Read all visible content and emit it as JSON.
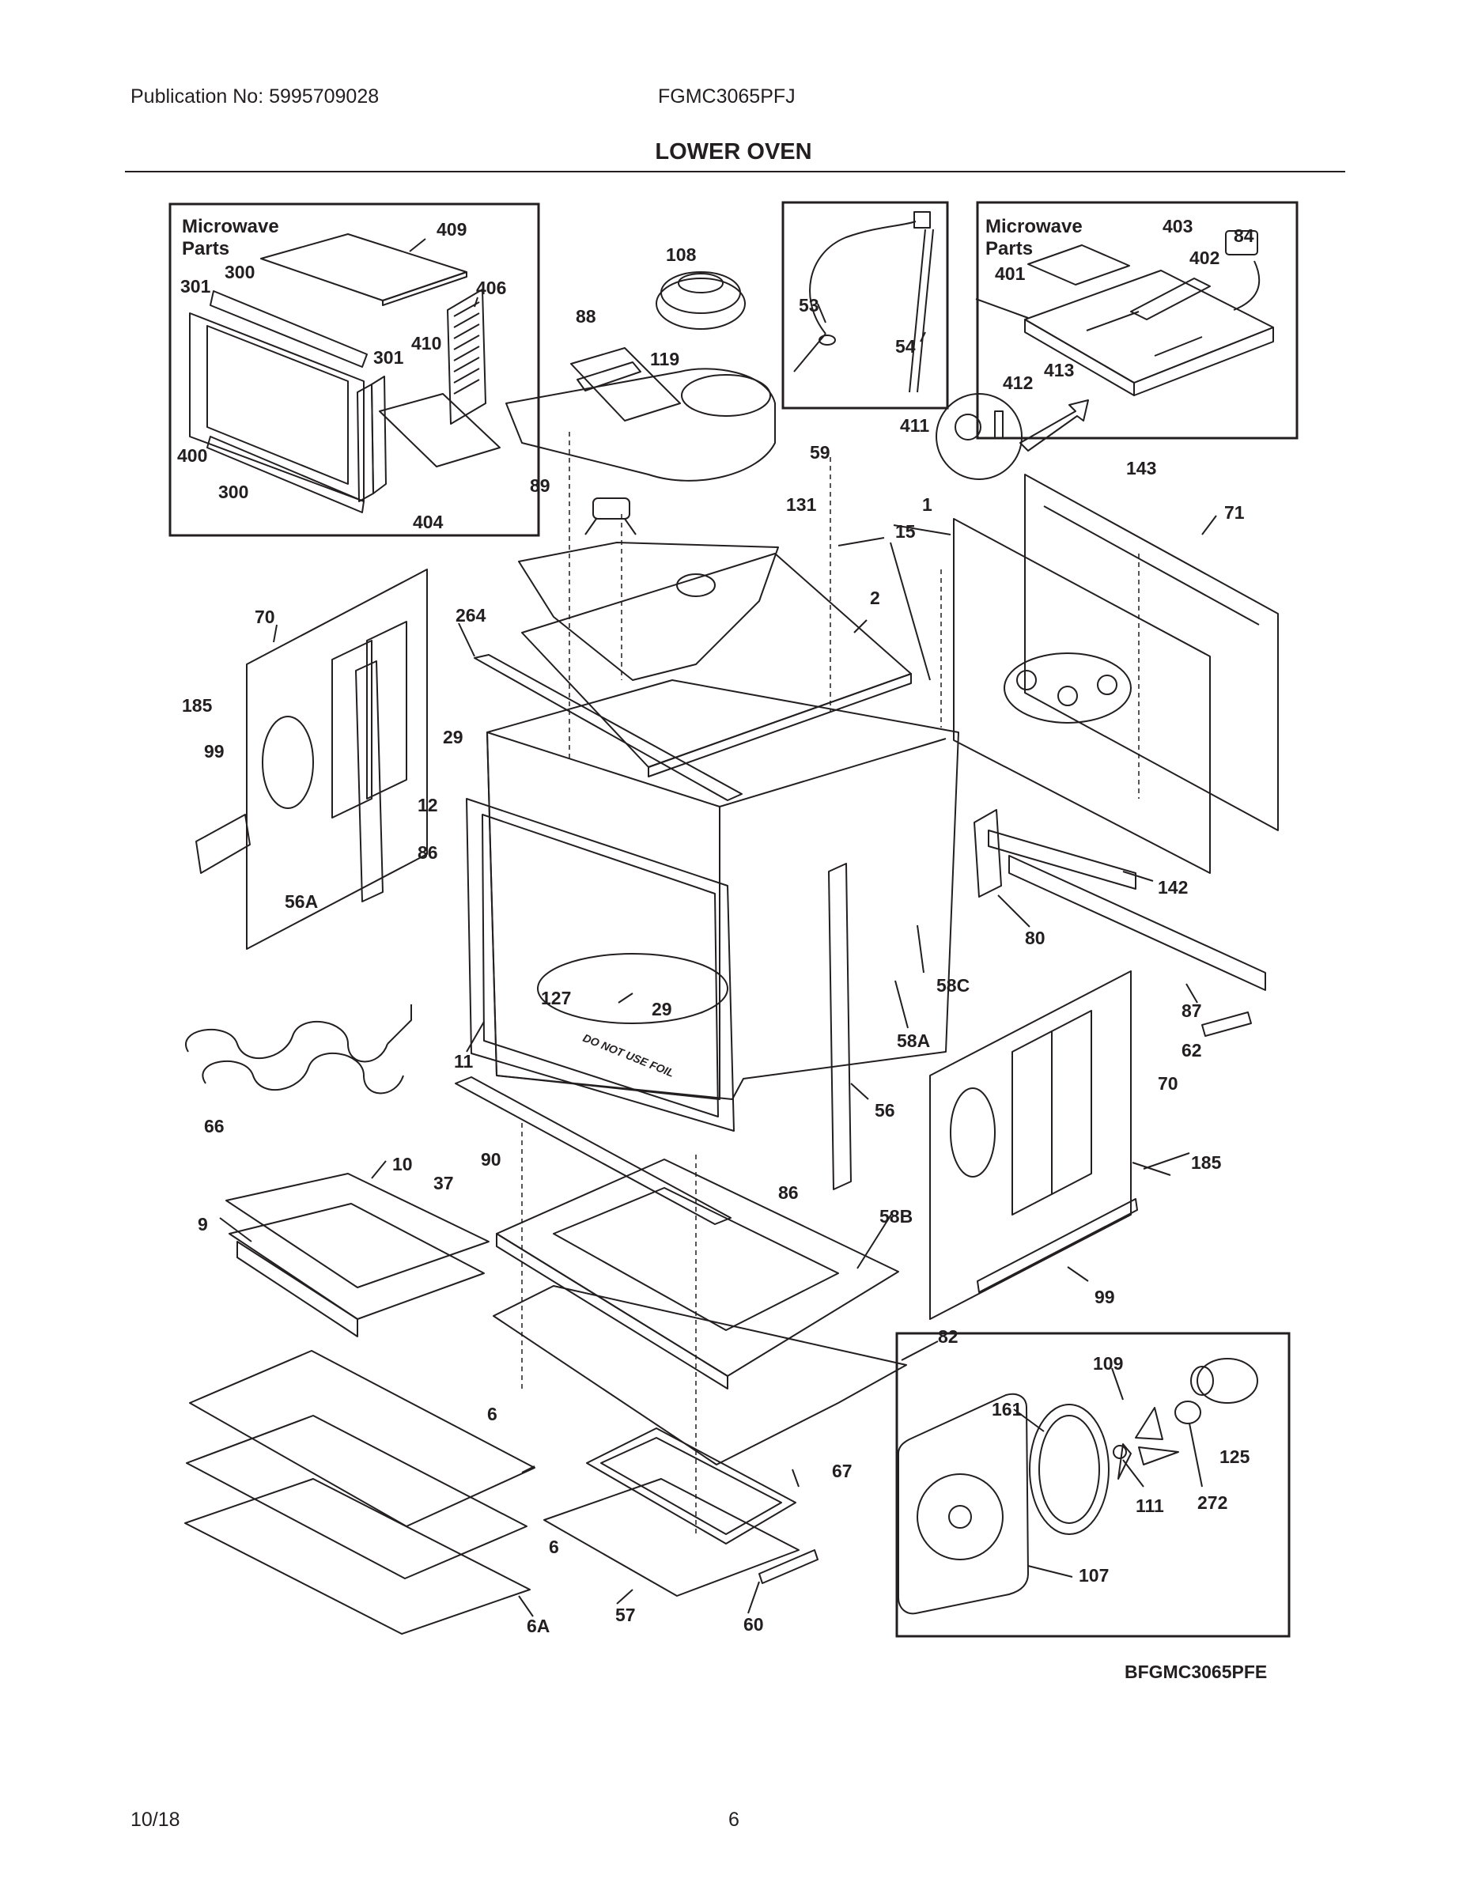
{
  "header": {
    "publication": "Publication No:  5995709028",
    "model": "FGMC3065PFJ",
    "title": "LOWER OVEN"
  },
  "insets": {
    "microwave_left": {
      "title_line1": "Microwave",
      "title_line2": "Parts"
    },
    "microwave_right": {
      "title_line1": "Microwave",
      "title_line2": "Parts"
    }
  },
  "embossed_text": "DO NOT USE FOIL",
  "drawing_code": "BFGMC3065PFE",
  "footer": {
    "date": "10/18",
    "page": "6"
  },
  "callouts": [
    "409",
    "300",
    "301",
    "406",
    "410",
    "301",
    "400",
    "300",
    "404",
    "108",
    "88",
    "119",
    "59",
    "89",
    "131",
    "53",
    "54",
    "403",
    "84",
    "402",
    "401",
    "412",
    "413",
    "411",
    "143",
    "1",
    "15",
    "71",
    "2",
    "70",
    "185",
    "264",
    "99",
    "29",
    "12",
    "56A",
    "86",
    "142",
    "80",
    "127",
    "29",
    "11",
    "58C",
    "87",
    "62",
    "58A",
    "66",
    "56",
    "70",
    "90",
    "86",
    "185",
    "10",
    "37",
    "9",
    "58B",
    "99",
    "82",
    "109",
    "161",
    "125",
    "6",
    "67",
    "111",
    "272",
    "107",
    "6",
    "57",
    "60",
    "6A"
  ]
}
